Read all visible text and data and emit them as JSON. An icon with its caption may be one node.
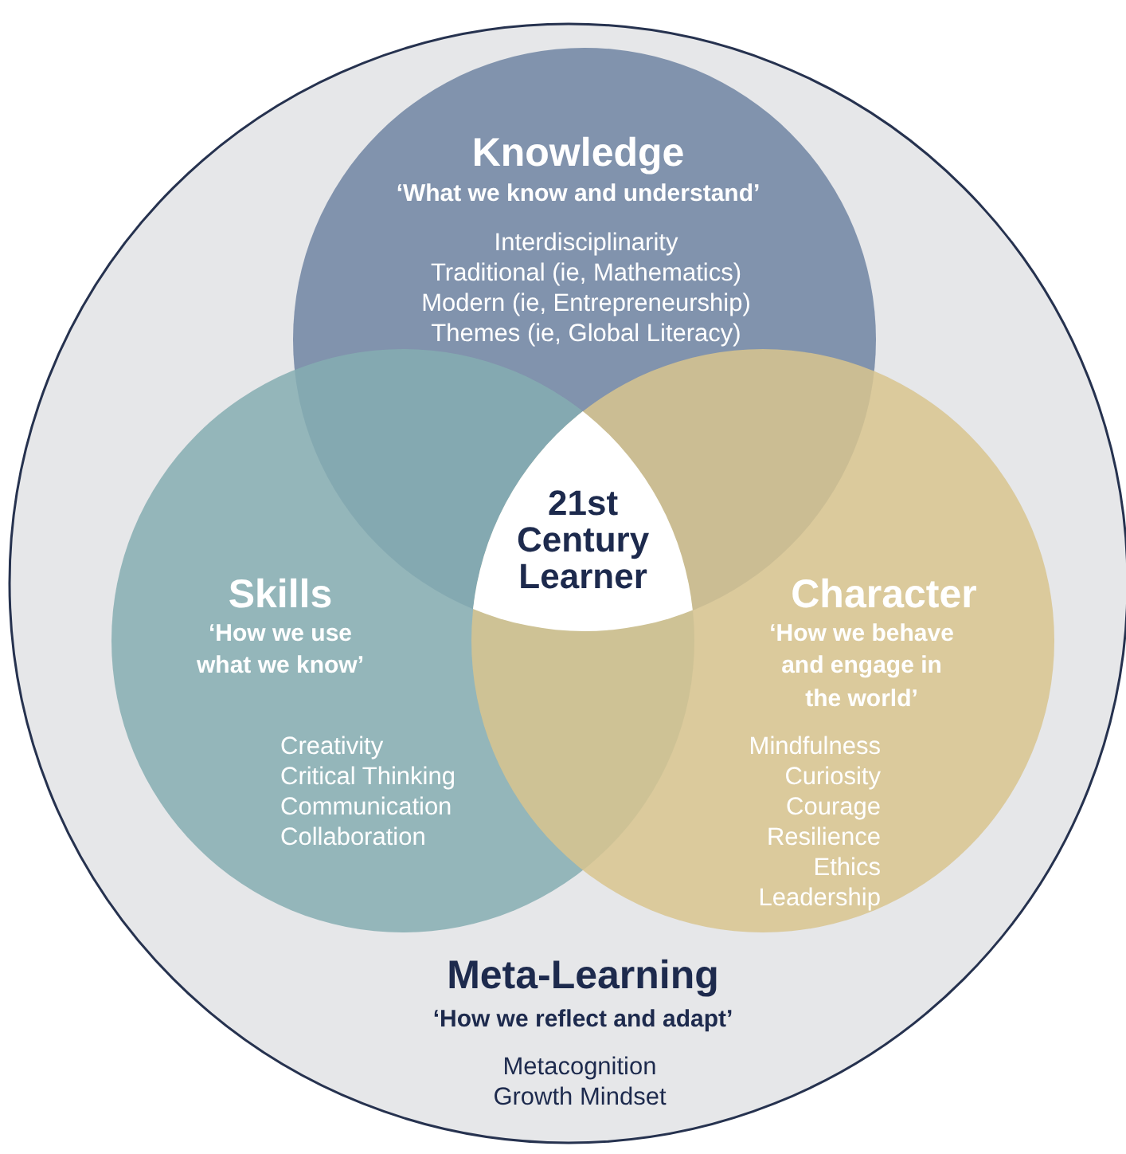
{
  "diagram": {
    "nodes": [
      {
        "text": [
          "Meta-Learning",
          "‘How we reflect and adapt’",
          "Metacognition",
          "Growth Mindset"
        ]
      },
      {
        "text": [
          "Knowledge",
          "‘What we know and understand’",
          "Interdisciplinarity",
          "Traditional (ie, Mathematics)",
          "Modern (ie, Entrepreneurship)",
          "Themes (ie, Global Literacy)"
        ],
        "in": 0
      },
      {
        "text": [
          "Skills",
          "‘How we use what we know’",
          "Creativity",
          "Critical Thinking",
          "Communication",
          "Collaboration"
        ],
        "in": 0
      },
      {
        "text": [
          "Character",
          "‘How we behave and engage in the world’",
          "Mindfulness",
          "Curiosity",
          "Courage",
          "Resilience",
          "Ethics",
          "Leadership"
        ],
        "in": 0
      },
      {
        "text": [
          "21st Century Learner"
        ],
        "in": 0
      }
    ]
  }
}
